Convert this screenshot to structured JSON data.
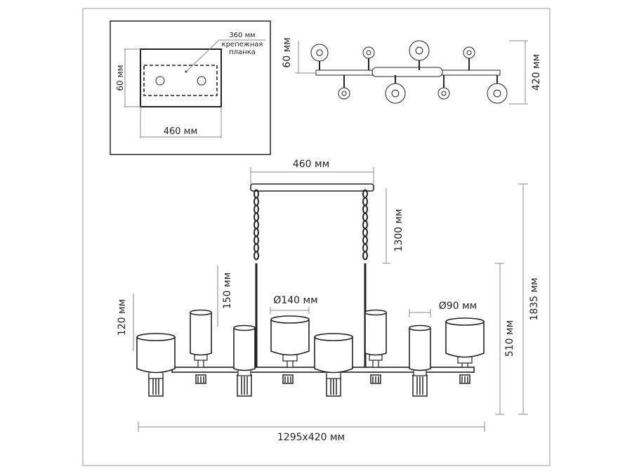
{
  "inset": {
    "fixing_bar_size": "360 мм",
    "fixing_bar_label_1": "крепежная",
    "fixing_bar_label_2": "планка",
    "height": "60 мм",
    "width": "460 мм"
  },
  "top_view": {
    "height": "60 мм",
    "depth": "420 мм"
  },
  "side_view": {
    "canopy_width": "460 мм",
    "chain_length": "1300 мм",
    "small_shade_height": "150 мм",
    "large_shade_diameter": "Ø140 мм",
    "large_shade_height": "120 мм",
    "small_shade_diameter": "Ø90 мм",
    "body_height": "510 мм",
    "total_height": "1835 мм",
    "overall_size": "1295x420 мм"
  }
}
